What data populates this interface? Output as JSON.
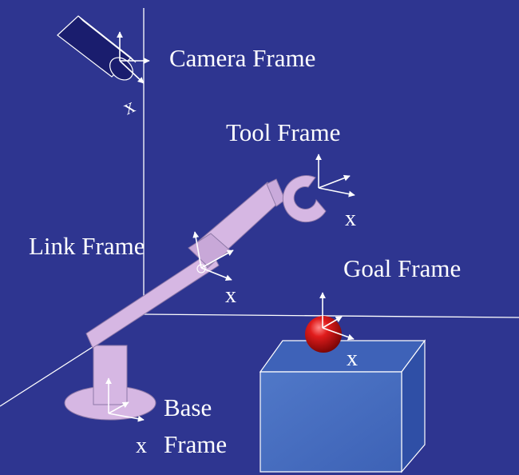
{
  "colors": {
    "background": "#2e3590",
    "arm": "#d6b7e3",
    "arm_edge": "#8f7aa8",
    "box_front": "#4a6fc0",
    "box_top": "#3e62b8",
    "box_side": "#2f4fa6",
    "ball": "#d81a1a",
    "axis": "#ffffff",
    "text": "#ffffff"
  },
  "labels": {
    "camera_frame": "Camera Frame",
    "tool_frame": "Tool Frame",
    "link_frame": "Link Frame",
    "goal_frame": "Goal Frame",
    "base_frame_line1": "Base",
    "base_frame_line2": "Frame",
    "x_camera": "x",
    "x_tool": "x",
    "x_link": "x",
    "x_goal": "x",
    "x_base": "x"
  },
  "icons": {
    "camera": "camera-icon",
    "gripper": "gripper-icon",
    "goal": "goal-sphere-icon",
    "box": "box-icon"
  }
}
